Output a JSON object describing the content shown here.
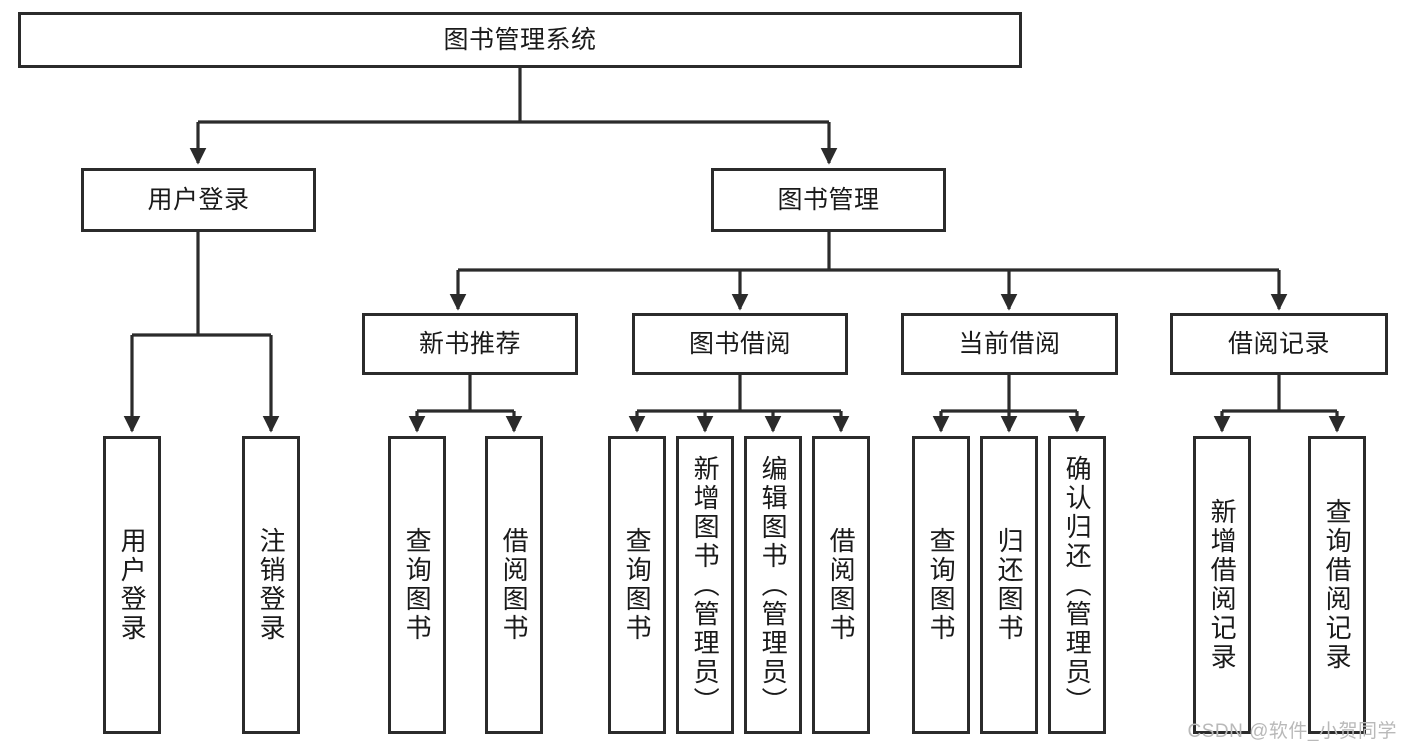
{
  "diagram": {
    "title": "图书管理系统",
    "type": "hierarchy-tree",
    "root": {
      "id": "root",
      "label": "图书管理系统"
    },
    "level2": [
      {
        "id": "user-login",
        "label": "用户登录"
      },
      {
        "id": "book-management",
        "label": "图书管理"
      }
    ],
    "level3": [
      {
        "id": "new-book-recommend",
        "label": "新书推荐",
        "parent": "book-management"
      },
      {
        "id": "book-borrow",
        "label": "图书借阅",
        "parent": "book-management"
      },
      {
        "id": "current-borrow",
        "label": "当前借阅",
        "parent": "book-management"
      },
      {
        "id": "borrow-record",
        "label": "借阅记录",
        "parent": "book-management"
      }
    ],
    "leaves": [
      {
        "id": "leaf-user-login",
        "label": "用户登录",
        "parent": "user-login"
      },
      {
        "id": "leaf-logout",
        "label": "注销登录",
        "parent": "user-login"
      },
      {
        "id": "leaf-query-book-1",
        "label": "查询图书",
        "parent": "new-book-recommend"
      },
      {
        "id": "leaf-borrow-book-1",
        "label": "借阅图书",
        "parent": "new-book-recommend"
      },
      {
        "id": "leaf-query-book-2",
        "label": "查询图书",
        "parent": "book-borrow"
      },
      {
        "id": "leaf-add-book",
        "label": "新增图书（管理员）",
        "parent": "book-borrow"
      },
      {
        "id": "leaf-edit-book",
        "label": "编辑图书（管理员）",
        "parent": "book-borrow"
      },
      {
        "id": "leaf-borrow-book-2",
        "label": "借阅图书",
        "parent": "book-borrow"
      },
      {
        "id": "leaf-query-book-3",
        "label": "查询图书",
        "parent": "current-borrow"
      },
      {
        "id": "leaf-return-book",
        "label": "归还图书",
        "parent": "current-borrow"
      },
      {
        "id": "leaf-confirm-return",
        "label": "确认归还（管理员）",
        "parent": "current-borrow"
      },
      {
        "id": "leaf-add-record",
        "label": "新增借阅记录",
        "parent": "borrow-record"
      },
      {
        "id": "leaf-query-record",
        "label": "查询借阅记录",
        "parent": "borrow-record"
      }
    ],
    "colors": {
      "stroke": "#2b2b2b",
      "fill": "#ffffff",
      "text": "#1a1a1a",
      "watermark": "#b9b9b9"
    }
  },
  "watermark": {
    "text": "CSDN @软件_小贺同学"
  }
}
